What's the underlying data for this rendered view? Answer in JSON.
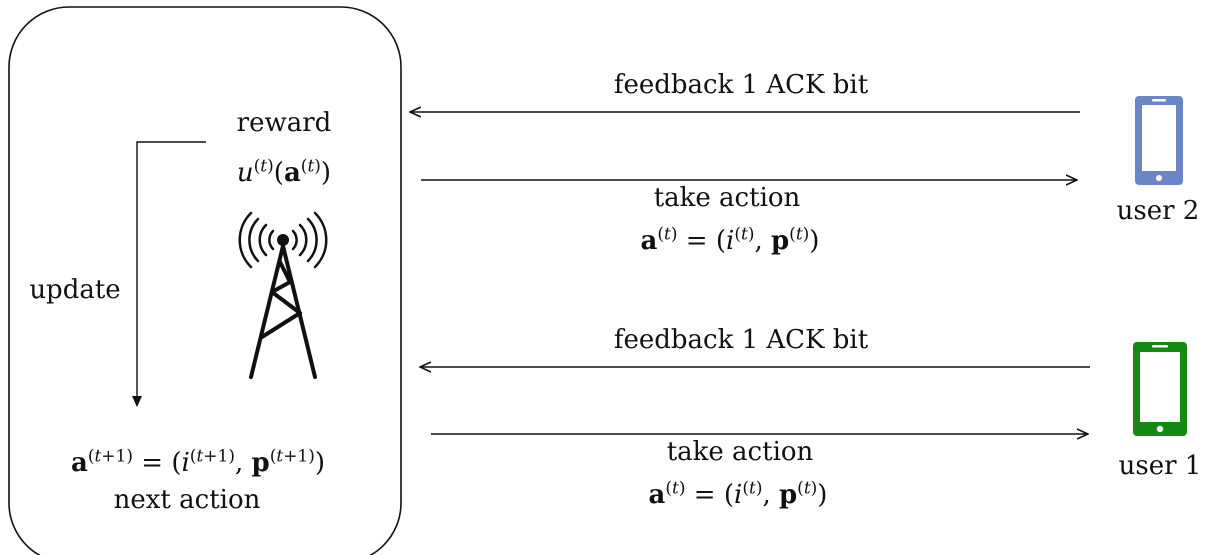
{
  "base_station": {
    "reward_label": "reward",
    "reward_expr": "u^{(t)}(a^{(t)})",
    "update_label": "update",
    "next_action_expr": "a^{(t+1)} = (i^{(t+1)}, p^{(t+1)})",
    "next_action_label": "next action"
  },
  "links": [
    {
      "user": "user 2",
      "feedback_label": "feedback 1 ACK bit",
      "action_label": "take action",
      "action_expr": "a^{(t)} = (i^{(t)}, p^{(t)})"
    },
    {
      "user": "user 1",
      "feedback_label": "feedback 1 ACK bit",
      "action_label": "take action",
      "action_expr": "a^{(t)} = (i^{(t)}, p^{(t)})"
    }
  ],
  "colors": {
    "user2_phone": "#6b86c6",
    "user1_phone": "#148a14",
    "lines": "#111111"
  },
  "icons": [
    "cell-tower-icon",
    "smartphone-icon"
  ]
}
